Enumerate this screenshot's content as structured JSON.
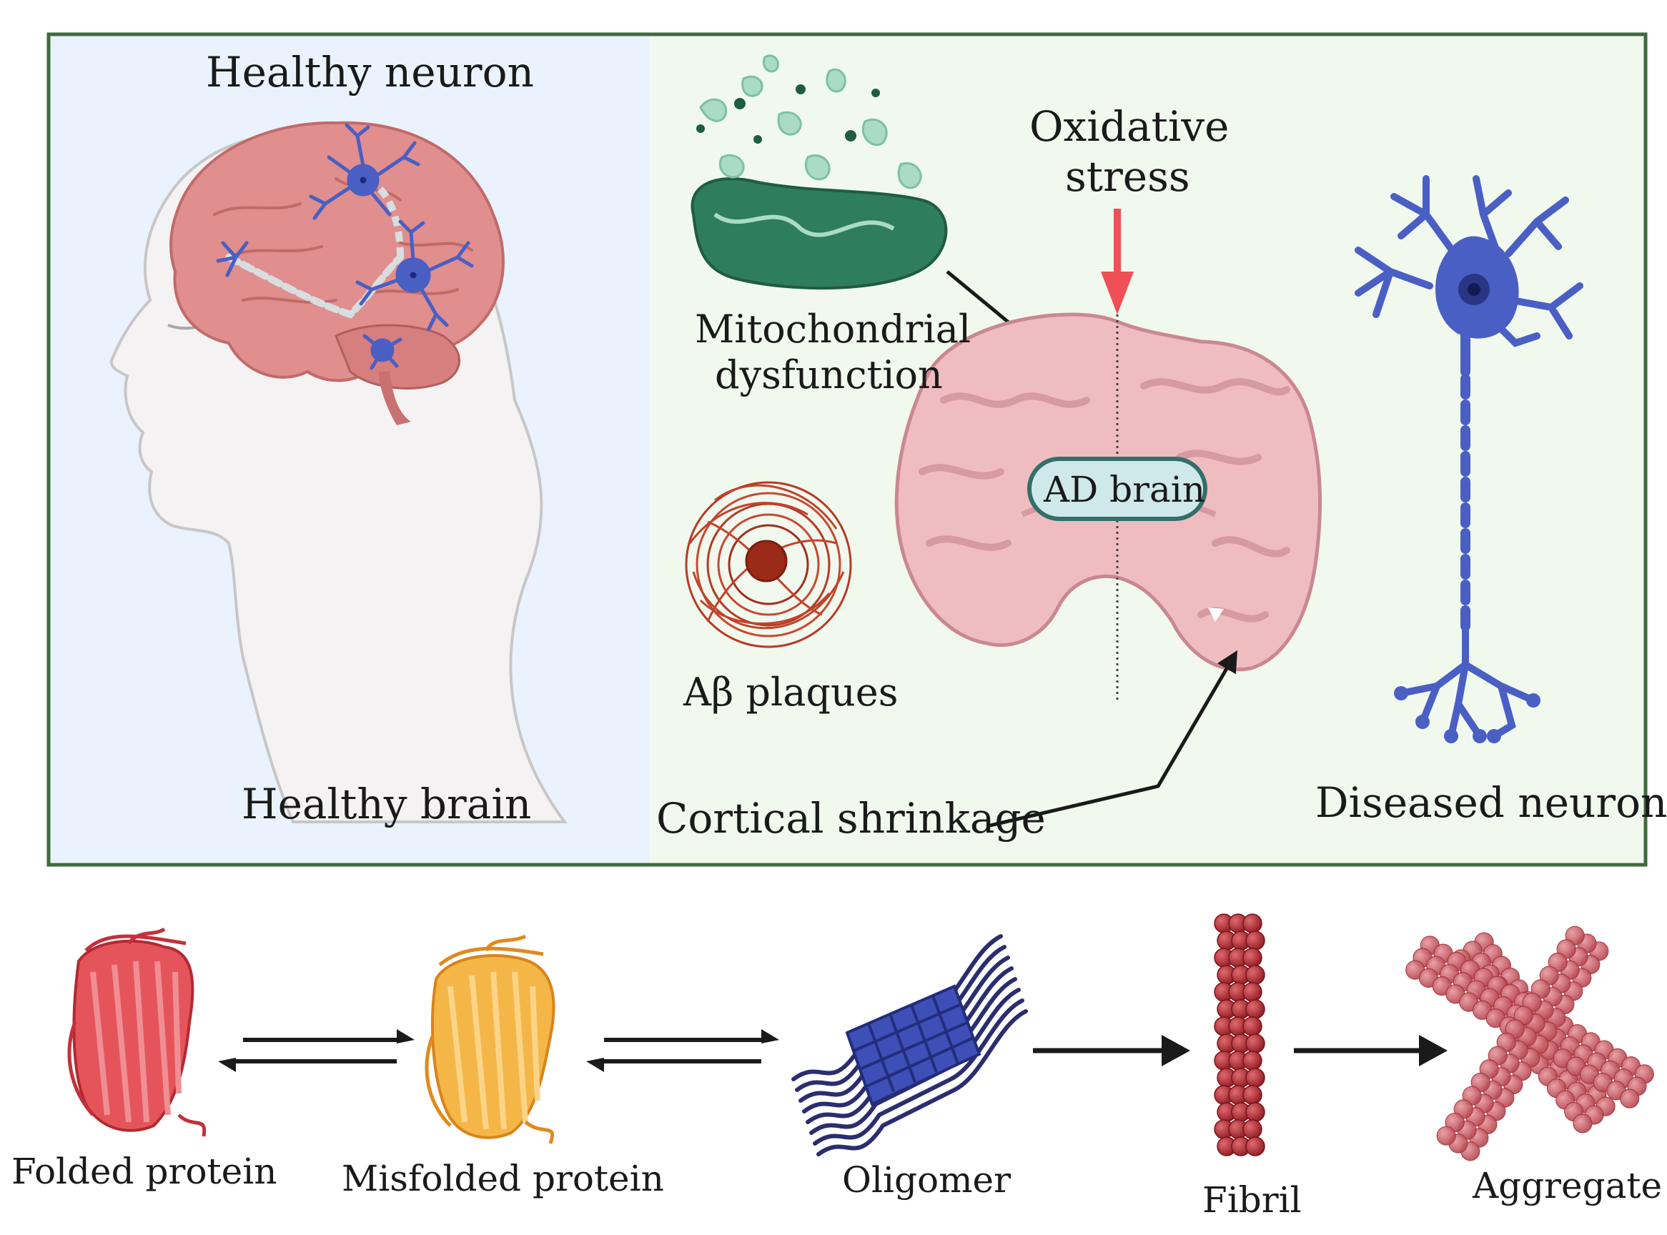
{
  "top_panel": {
    "healthy_title": "Healthy neuron",
    "healthy_caption": "Healthy brain",
    "mitochondria_label_line1": "Mitochondrial",
    "mitochondria_label_line2": "dysfunction",
    "oxidative_label_line1": "Oxidative",
    "oxidative_label_line2": "stress",
    "ad_brain_label": "AD brain",
    "plaques_label": "Aβ plaques",
    "cortical_label": "Cortical shrinkage",
    "diseased_label": "Diseased neuron"
  },
  "pathway": {
    "stages": [
      {
        "label": "Folded protein"
      },
      {
        "label": "Misfolded protein"
      },
      {
        "label": "Oligomer"
      },
      {
        "label": "Fibril"
      },
      {
        "label": "Aggregate"
      }
    ]
  },
  "colors": {
    "panel_border": "#3f6b3c",
    "healthy_bg": "#eaf3fd",
    "disease_bg": "#f1f8ee",
    "brain_pink": "#e08e8e",
    "ad_brain_pink": "#efbcc0",
    "neuron_blue": "#4a5fc4",
    "mito_green": "#2e7d5b",
    "plaque_red": "#b73a25",
    "stress_red": "#ef4f56",
    "folded_red": "#d9363e",
    "misfolded_orange": "#f0a126",
    "oligomer_navy": "#2b2d6e",
    "fibril_red": "#b3262f"
  },
  "icons": [
    "human-head-icon",
    "mitochondrion-icon",
    "amyloid-plaque-icon",
    "brain-section-icon",
    "neuron-icon",
    "protein-icon"
  ]
}
